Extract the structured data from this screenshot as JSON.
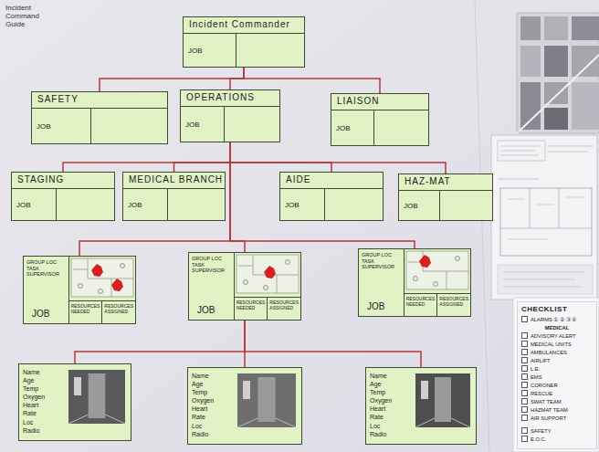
{
  "diagram": {
    "title": "Incident Command Guide",
    "nodes": [
      {
        "text": [
          "Incident Commander",
          "JOB"
        ]
      },
      {
        "text": [
          "SAFETY",
          "JOB"
        ]
      },
      {
        "text": [
          "OPERATIONS",
          "JOB"
        ]
      },
      {
        "text": [
          "LIAISON",
          "JOB"
        ]
      },
      {
        "text": [
          "STAGING",
          "JOB"
        ]
      },
      {
        "text": [
          "MEDICAL BRANCH",
          "JOB"
        ]
      },
      {
        "text": [
          "AIDE",
          "JOB"
        ]
      },
      {
        "text": [
          "HAZ-MAT",
          "JOB"
        ]
      },
      {
        "text": [
          "GROUP LOC TASK SUPERVISOR",
          "JOB",
          "RESOURCES NEEDED",
          "RESOURCES ASSIGNED"
        ]
      },
      {
        "text": [
          "GROUP LOC TASK SUPERVISOR",
          "JOB",
          "RESOURCES NEEDED",
          "RESOURCES ASSIGNED"
        ]
      },
      {
        "text": [
          "GROUP LOC TASK SUPERVISOR",
          "JOB",
          "RESOURCES NEEDED",
          "RESOURCES ASSIGNED"
        ]
      },
      {
        "text": [
          "Name Age Temp Oxygen Heart Rate Loc Radio"
        ]
      },
      {
        "text": [
          "Name Age Temp Oxygen Heart Rate Loc Radio"
        ]
      },
      {
        "text": [
          "Name Age Temp Oxygen Heart Rate Loc Radio"
        ]
      },
      {
        "text": [
          "CHECKLIST",
          "ALARMS ① ② ③ ④",
          "MEDICAL",
          "ADVISORY ALERT",
          "MEDICAL UNITS",
          "AMBULANCES",
          "AIRLIFT",
          "L.E.",
          "EMS",
          "CORONER",
          "RESCUE",
          "SWAT TEAM",
          "HAZMAT TEAM",
          "AIR SUPPORT",
          "SAFETY",
          "E.O.C."
        ]
      }
    ],
    "edges": [
      {
        "from": 0,
        "to": 1,
        "arrow": "none"
      },
      {
        "from": 0,
        "to": 2,
        "arrow": "none"
      },
      {
        "from": 0,
        "to": 3,
        "arrow": "none"
      },
      {
        "from": 2,
        "to": 4,
        "arrow": "none"
      },
      {
        "from": 2,
        "to": 5,
        "arrow": "none"
      },
      {
        "from": 2,
        "to": 6,
        "arrow": "none"
      },
      {
        "from": 2,
        "to": 7,
        "arrow": "none"
      },
      {
        "from": 2,
        "to": 8,
        "arrow": "none"
      },
      {
        "from": 2,
        "to": 9,
        "arrow": "none"
      },
      {
        "from": 2,
        "to": 10,
        "arrow": "none"
      },
      {
        "from": 9,
        "to": 11,
        "arrow": "none"
      },
      {
        "from": 9,
        "to": 12,
        "arrow": "none"
      },
      {
        "from": 9,
        "to": 13,
        "arrow": "none"
      }
    ]
  }
}
